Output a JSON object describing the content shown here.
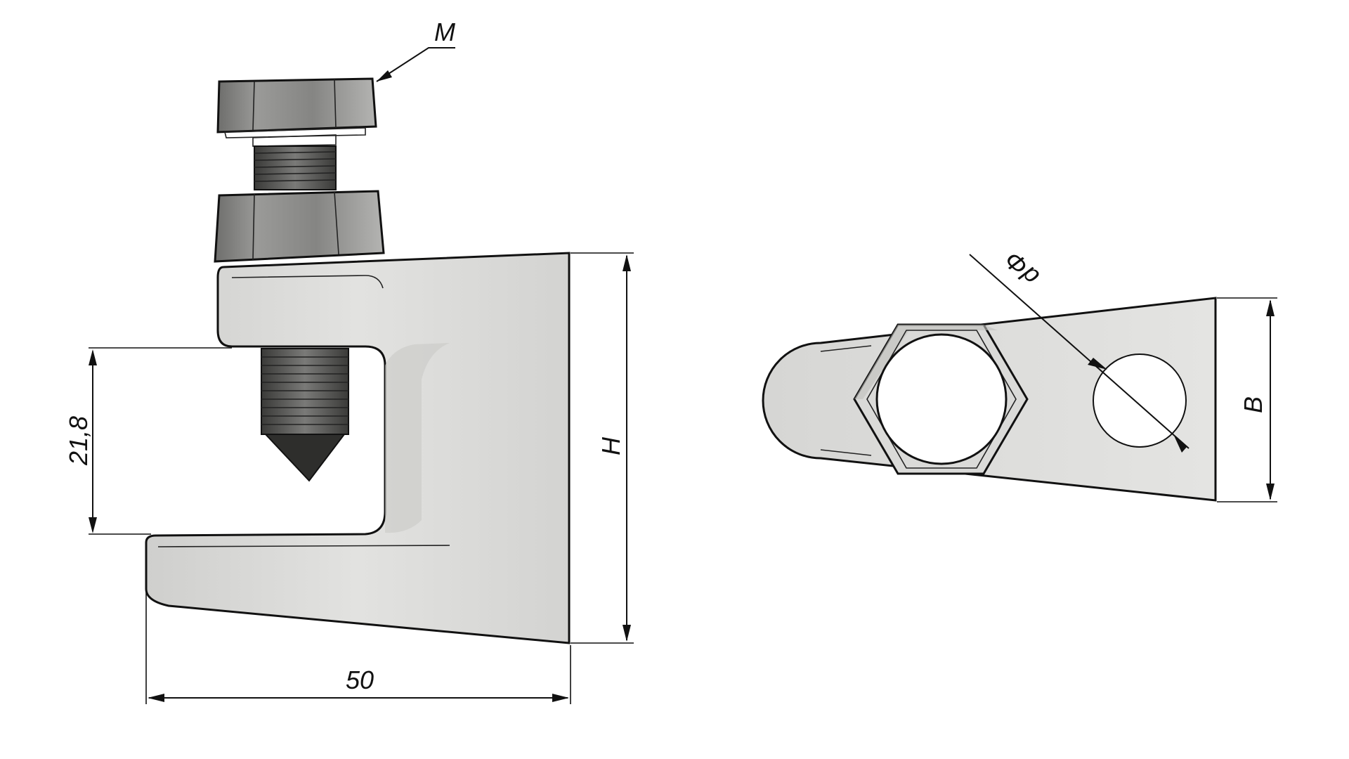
{
  "labels": {
    "thread": "M",
    "gap": "21,8",
    "height": "H",
    "width": "50",
    "hole_diameter": "d",
    "diameter_symbol": "Φ",
    "tab_width": "B"
  },
  "colors": {
    "body": "#dcdcda",
    "body_shade": "#bdbdbb",
    "bolt": "#8a8a88",
    "bolt_dark": "#4a4a48",
    "line": "#111111"
  }
}
